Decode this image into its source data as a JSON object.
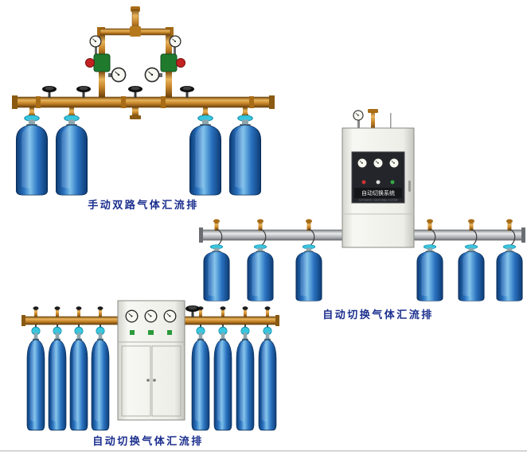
{
  "page": {
    "background": "#ffffff"
  },
  "products": [
    {
      "id": "manual-dual-manifold",
      "label": "手动双路气体汇流排",
      "cylinder_count": 4
    },
    {
      "id": "auto-switch-manifold-small",
      "label": "自动切换气体汇流排",
      "cylinder_count": 6,
      "cabinet_text": "自动切换系统",
      "cabinet_subtext": "AUTOMATIC SWITCHING SYSTEM"
    },
    {
      "id": "auto-switch-manifold-large",
      "label": "自动切换气体汇流排",
      "cylinder_count": 8
    }
  ],
  "icons": {
    "gauge-icon": "round white pressure gauge",
    "valve-handwheel-icon": "black valve handwheel",
    "gas-cylinder": "blue compressed gas cylinder",
    "valve-cap": "cyan cylinder valve cap"
  },
  "colors": {
    "label_text": "#1b2f8e",
    "cylinder_blue": "#2a72c0",
    "cylinder_dark": "#0c3a72",
    "brass_pipe": "#c8862a",
    "silver_pipe": "#b0b4b8",
    "valve_cap_cyan": "#38c6de",
    "cabinet_body": "#f2f2ec",
    "panel_dark": "#23252b",
    "regulator_green": "#1f7a2e",
    "regulator_knob_red": "#c42222"
  }
}
